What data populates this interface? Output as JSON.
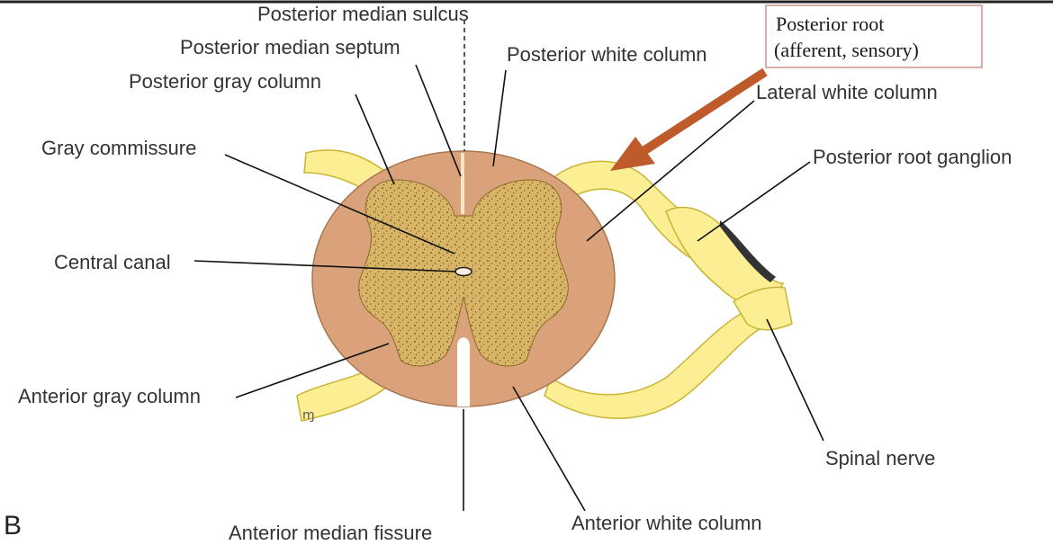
{
  "figure": {
    "panel_letter": "B",
    "colors": {
      "white_matter": "#d9a27a",
      "gray_matter": "#d8b566",
      "nerve": "#fcee93",
      "nerve_outline": "#c9b437",
      "arrow": "#bf5a2a",
      "callout_border": "#c8958a"
    },
    "labels": {
      "posterior_median_sulcus": "Posterior median sulcus",
      "posterior_median_septum": "Posterior median septum",
      "posterior_gray_column": "Posterior gray column",
      "gray_commissure": "Gray commissure",
      "central_canal": "Central canal",
      "anterior_gray_column": "Anterior gray column",
      "anterior_median_fissure": "Anterior median fissure",
      "anterior_white_column": "Anterior white column",
      "posterior_white_column": "Posterior white column",
      "lateral_white_column": "Lateral white column",
      "posterior_root_ganglion": "Posterior root ganglion",
      "spinal_nerve": "Spinal nerve"
    },
    "callout": {
      "line1": "Posterior root",
      "line2": "(afferent, sensory)"
    }
  }
}
